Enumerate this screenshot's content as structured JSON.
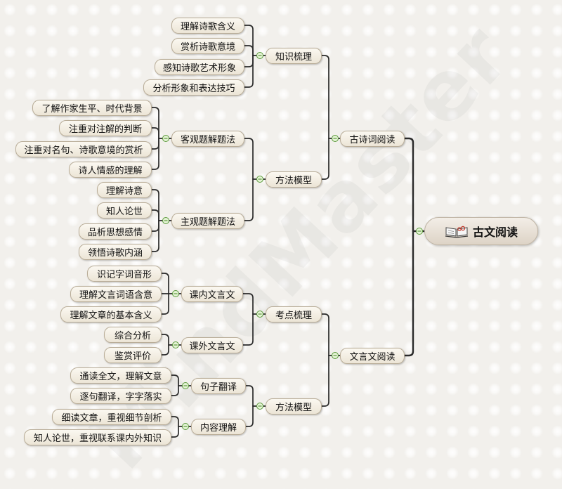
{
  "watermark": "MindMaster",
  "colors": {
    "line": "#2a2a2a",
    "toggle_fill": "#e5f3d6",
    "toggle_border": "#5a9a3a"
  },
  "root": {
    "label": "古文阅读",
    "icon": "open-book-icon"
  },
  "poetry": {
    "label": "古诗词阅读",
    "knowledge": {
      "label": "知识梳理",
      "items": [
        "理解诗歌含义",
        "赏析诗歌意境",
        "感知诗歌艺术形象",
        "分析形象和表达技巧"
      ]
    },
    "method": {
      "label": "方法模型",
      "objective": {
        "label": "客观题解题法",
        "items": [
          "了解作家生平、时代背景",
          "注重对注解的判断",
          "注重对名句、诗歌意境的赏析",
          "诗人情感的理解"
        ]
      },
      "subjective": {
        "label": "主观题解题法",
        "items": [
          "理解诗意",
          "知人论世",
          "品析思想感情",
          "领悟诗歌内涵"
        ]
      }
    }
  },
  "classical": {
    "label": "文言文阅读",
    "exam": {
      "label": "考点梳理",
      "in_class": {
        "label": "课内文言文",
        "items": [
          "识记字词音形",
          "理解文言词语含意",
          "理解文章的基本含义"
        ]
      },
      "out_class": {
        "label": "课外文言文",
        "items": [
          "综合分析",
          "鉴赏评价"
        ]
      }
    },
    "method": {
      "label": "方法模型",
      "sentence": {
        "label": "句子翻译",
        "items": [
          "通读全文，理解文意",
          "逐句翻译，字字落实"
        ]
      },
      "content": {
        "label": "内容理解",
        "items": [
          "细读文章，重视细节剖析",
          "知人论世，重视联系课内外知识"
        ]
      }
    }
  }
}
